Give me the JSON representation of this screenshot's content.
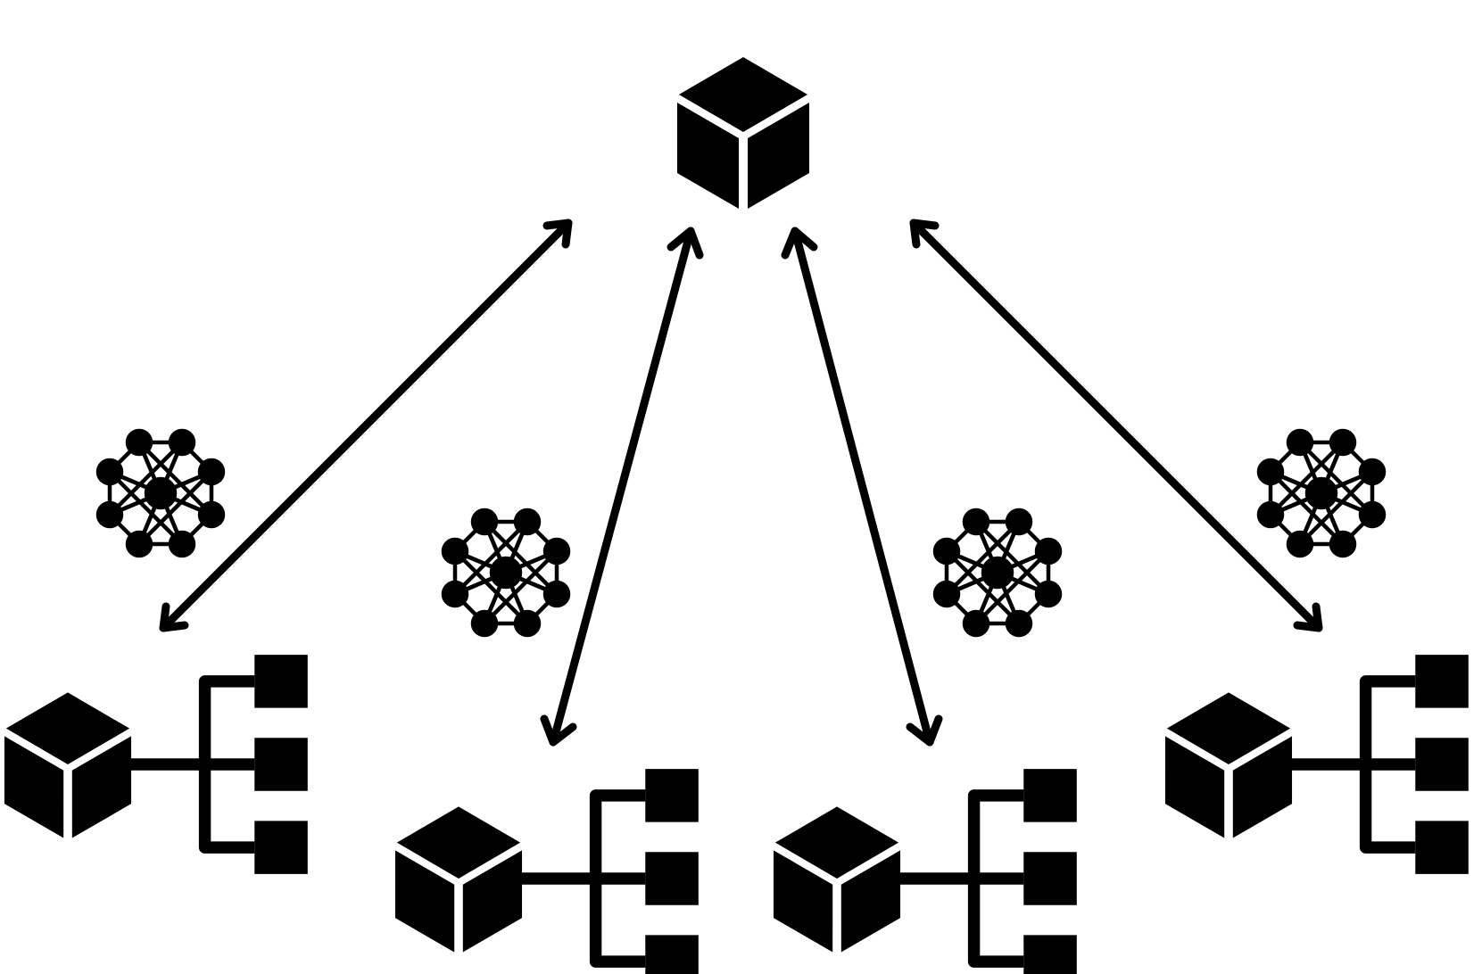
{
  "colors": {
    "foreground": "#000000",
    "background": "#ffffff"
  },
  "central_node": {
    "icon": "cube-icon"
  },
  "edges": [
    {
      "id": "arrow-to-client-1",
      "icon": "double-headed-arrow-icon"
    },
    {
      "id": "arrow-to-client-2",
      "icon": "double-headed-arrow-icon"
    },
    {
      "id": "arrow-to-client-3",
      "icon": "double-headed-arrow-icon"
    },
    {
      "id": "arrow-to-client-4",
      "icon": "double-headed-arrow-icon"
    }
  ],
  "client_nodes": [
    {
      "id": "client-1",
      "icon": "cube-hierarchy-icon",
      "network_icon": "neural-network-icon"
    },
    {
      "id": "client-2",
      "icon": "cube-hierarchy-icon",
      "network_icon": "neural-network-icon"
    },
    {
      "id": "client-3",
      "icon": "cube-hierarchy-icon",
      "network_icon": "neural-network-icon"
    },
    {
      "id": "client-4",
      "icon": "cube-hierarchy-icon",
      "network_icon": "neural-network-icon"
    }
  ]
}
